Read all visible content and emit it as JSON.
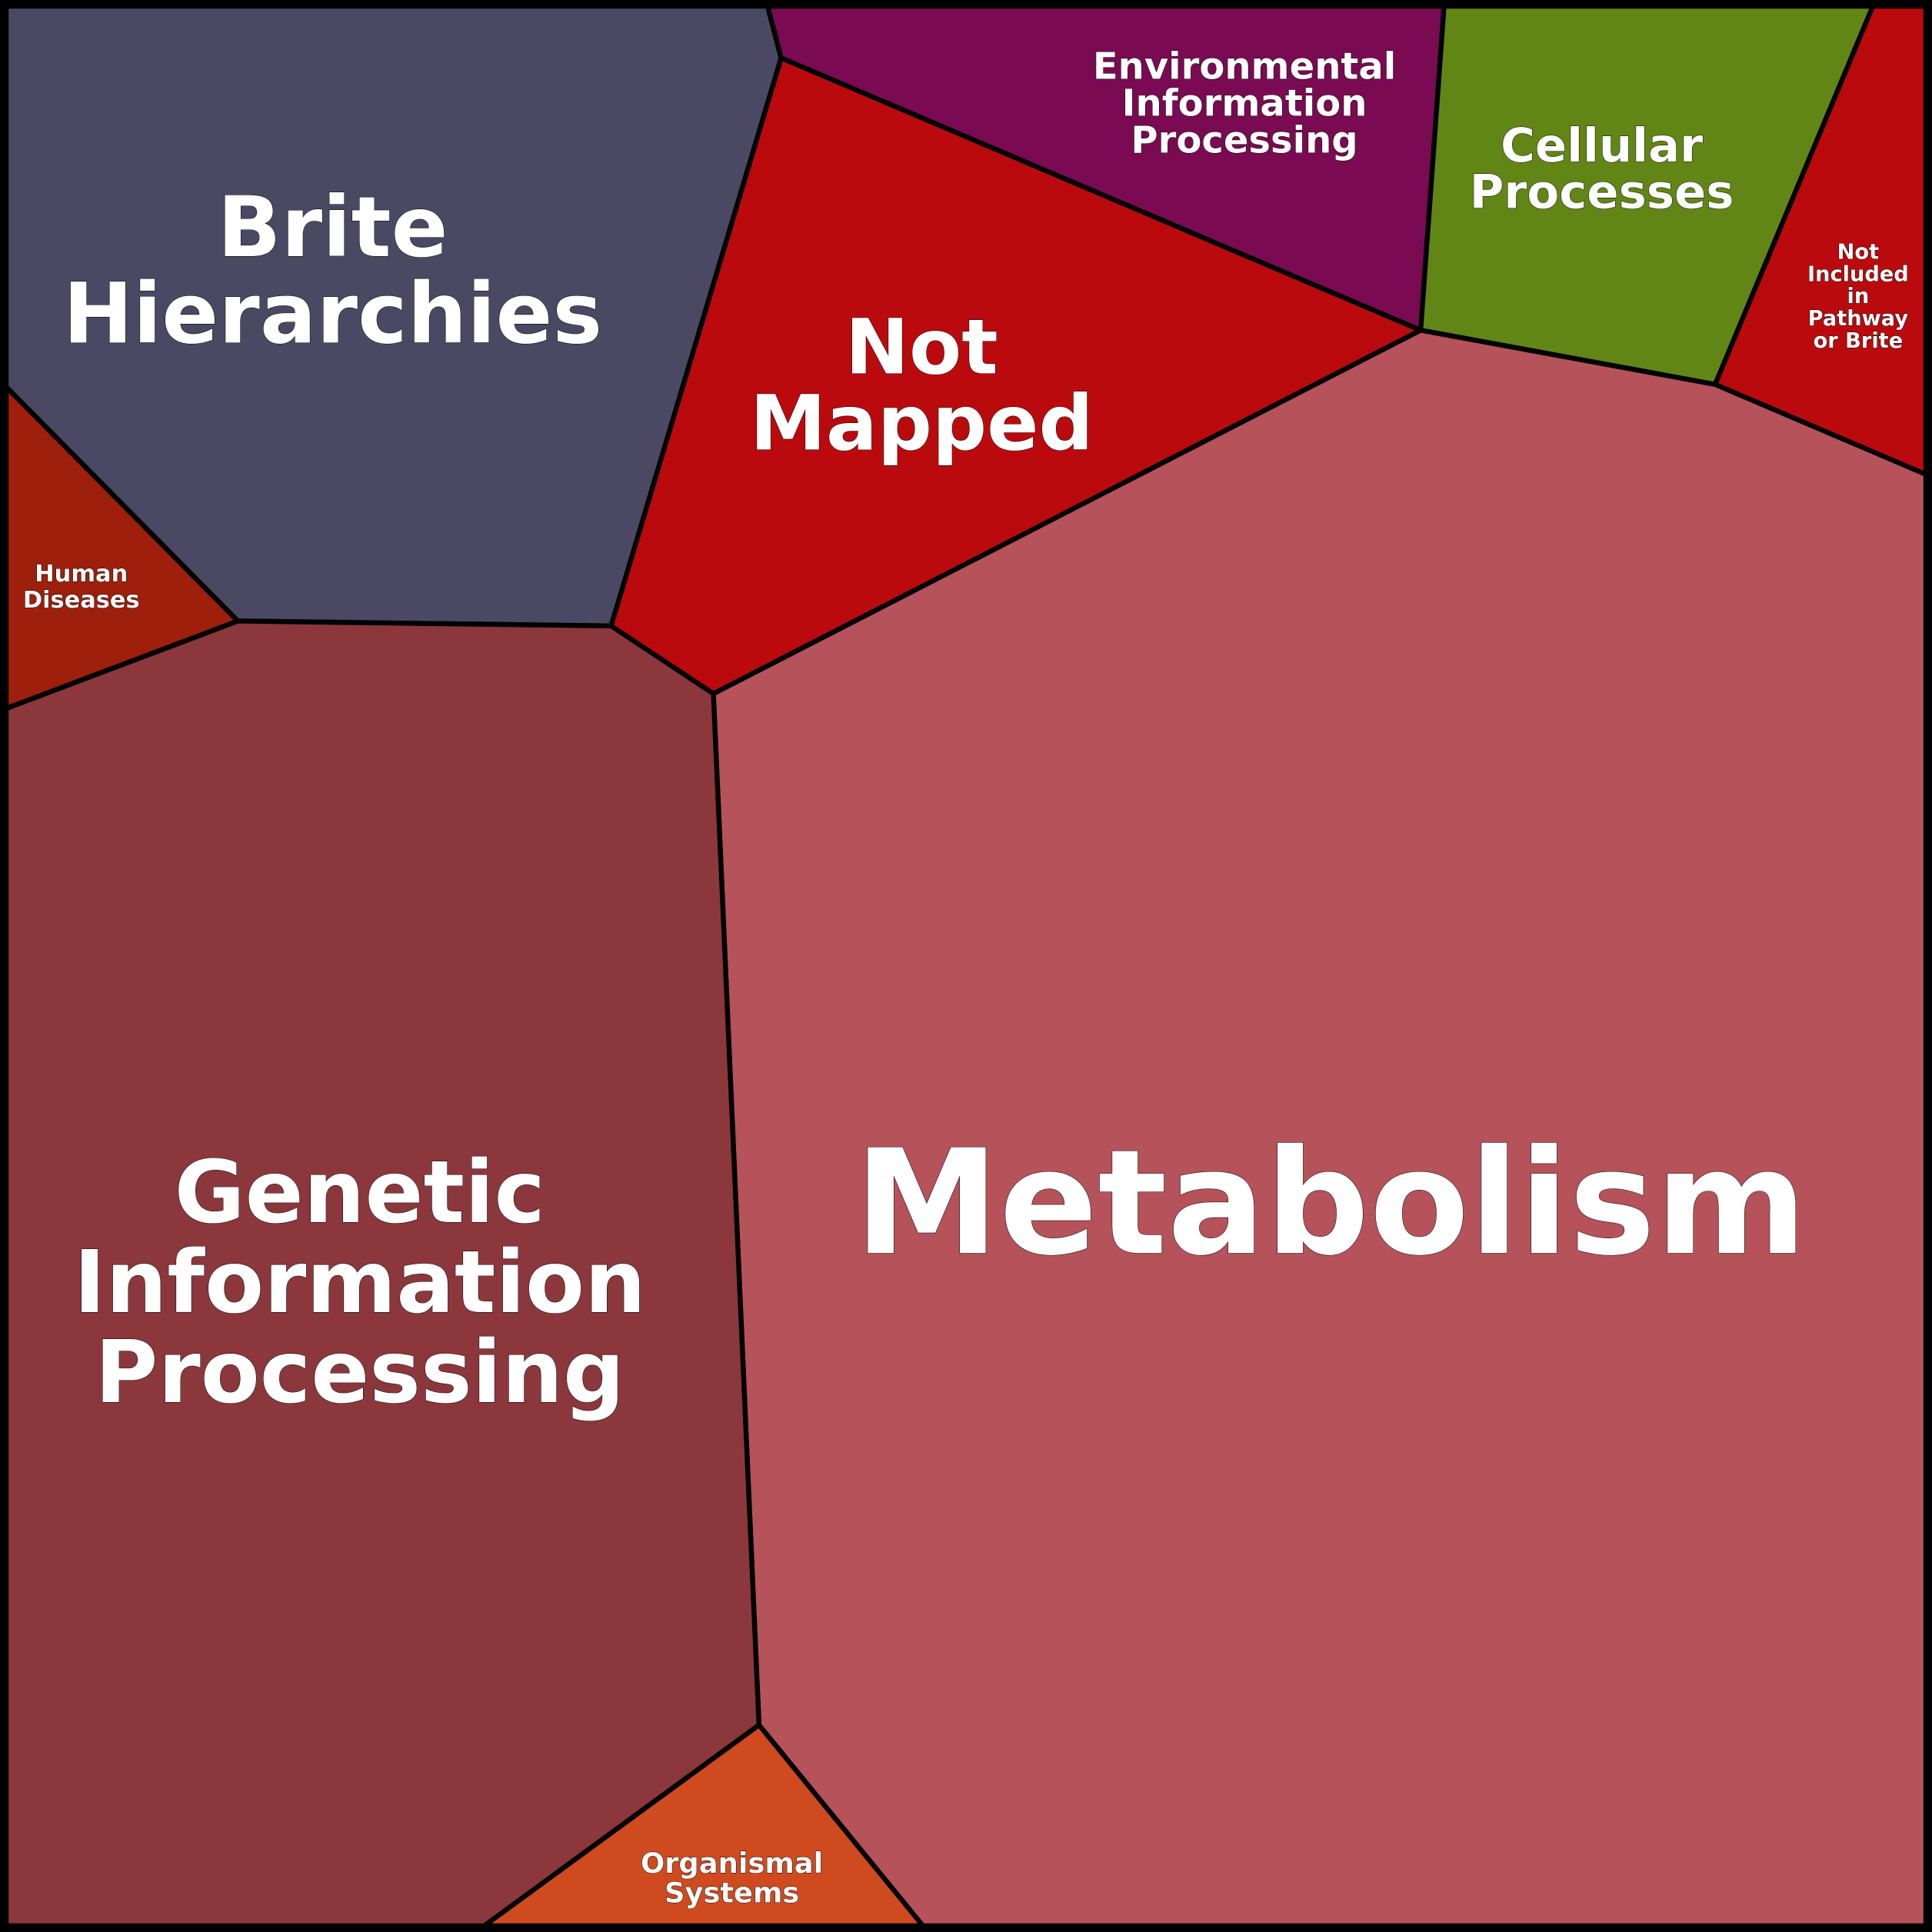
{
  "chart_data": {
    "type": "voronoi-treemap",
    "title": "",
    "cells": [
      {
        "id": "brite",
        "label": [
          "Brite",
          "Hierarchies"
        ],
        "color": "#4a4862"
      },
      {
        "id": "not-mapped",
        "label": [
          "Not",
          "Mapped"
        ],
        "color": "#bb0a0d"
      },
      {
        "id": "environmental",
        "label": [
          "Environmental",
          "Information",
          "Processing"
        ],
        "color": "#7a0a52"
      },
      {
        "id": "cellular",
        "label": [
          "Cellular",
          "Processes"
        ],
        "color": "#628615"
      },
      {
        "id": "not-included",
        "label": [
          "Not",
          "Included",
          "in",
          "Pathway",
          "or Brite"
        ],
        "color": "#bb0a0d"
      },
      {
        "id": "metabolism",
        "label": [
          "Metabolism"
        ],
        "color": "#b65259"
      },
      {
        "id": "genetic",
        "label": [
          "Genetic",
          "Information",
          "Processing"
        ],
        "color": "#8b373b"
      },
      {
        "id": "human-diseases",
        "label": [
          "Human",
          "Diseases"
        ],
        "color": "#9e1f0b"
      },
      {
        "id": "organismal",
        "label": [
          "Organismal",
          "Systems"
        ],
        "color": "#d04a1f"
      }
    ]
  }
}
